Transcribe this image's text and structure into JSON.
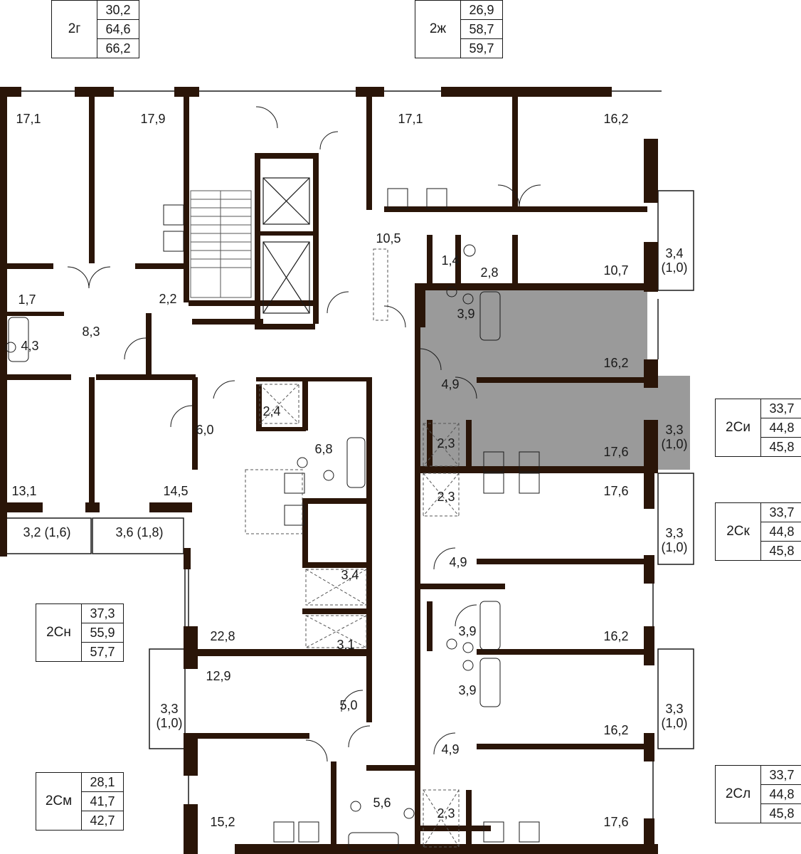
{
  "colors": {
    "wall": "#2a1508",
    "highlight": "#9a9a9a",
    "line": "#1a1a1a",
    "background": "#ffffff"
  },
  "apartment_types": [
    {
      "code": "2г",
      "values": [
        "30,2",
        "64,6",
        "66,2"
      ]
    },
    {
      "code": "2ж",
      "values": [
        "26,9",
        "58,7",
        "59,7"
      ]
    },
    {
      "code": "2Си",
      "values": [
        "33,7",
        "44,8",
        "45,8"
      ]
    },
    {
      "code": "2Ск",
      "values": [
        "33,7",
        "44,8",
        "45,8"
      ]
    },
    {
      "code": "2Сн",
      "values": [
        "37,3",
        "55,9",
        "57,7"
      ]
    },
    {
      "code": "2См",
      "values": [
        "28,1",
        "41,7",
        "42,7"
      ]
    },
    {
      "code": "2Сл",
      "values": [
        "33,7",
        "44,8",
        "45,8"
      ]
    }
  ],
  "rooms": [
    "17,1",
    "17,9",
    "17,1",
    "16,2",
    "10,5",
    "1,4",
    "2,8",
    "3,4\n(1,0)",
    "10,7",
    "1,7",
    "2,2",
    "8,3",
    "4,3",
    "3,9",
    "16,2",
    "4,9",
    "2,4",
    "6,0",
    "6,8",
    "2,3",
    "17,6",
    "3,3\n(1,0)",
    "13,1",
    "14,5",
    "3,2 (1,6)",
    "3,6 (1,8)",
    "2,3",
    "17,6",
    "3,3\n(1,0)",
    "4,9",
    "3,4",
    "22,8",
    "3,1",
    "3,9",
    "16,2",
    "12,9",
    "3,9",
    "3,3\n(1,0)",
    "5,0",
    "16,2",
    "3,3\n(1,0)",
    "4,9",
    "5,6",
    "2,3",
    "15,2",
    "17,6"
  ]
}
